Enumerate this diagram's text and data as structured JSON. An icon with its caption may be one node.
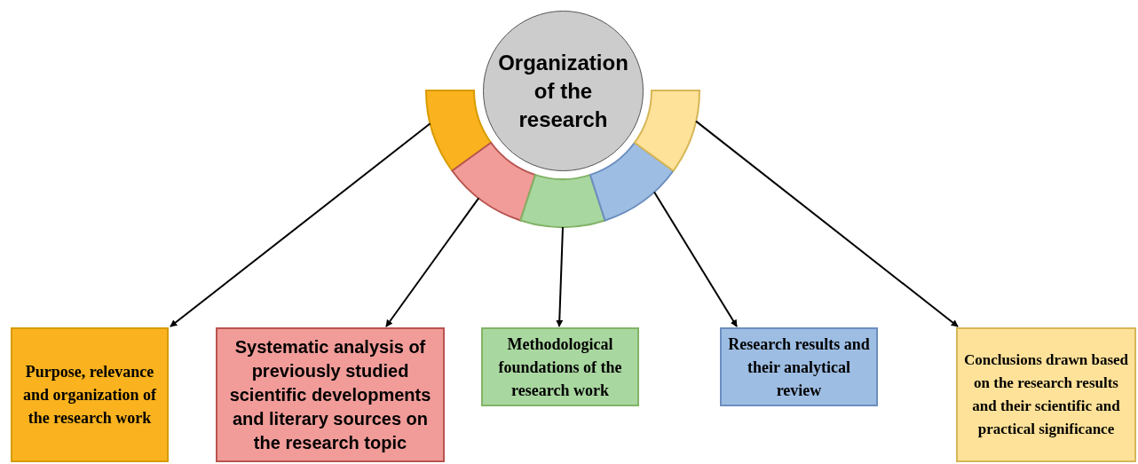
{
  "diagram": {
    "nodes": [
      {
        "text": [
          "Organization of the research"
        ]
      },
      {
        "text": [],
        "shape": "segment"
      },
      {
        "text": [],
        "shape": "segment"
      },
      {
        "text": [],
        "shape": "segment"
      },
      {
        "text": [],
        "shape": "segment"
      },
      {
        "text": [],
        "shape": "segment"
      },
      {
        "text": [
          "Purpose, relevance and organization of the research work"
        ]
      },
      {
        "text": [
          "Systematic analysis of previously studied scientific developments and literary sources on the research topic"
        ]
      },
      {
        "text": [
          "Methodological foundations of the research work"
        ]
      },
      {
        "text": [
          "Research results and their analytical review"
        ]
      },
      {
        "text": [
          "Conclusions drawn based on the research results and their scientific and practical significance"
        ]
      }
    ],
    "edges": [
      {
        "from": 1,
        "to": 6,
        "arrow": "to"
      },
      {
        "from": 2,
        "to": 7,
        "arrow": "to"
      },
      {
        "from": 3,
        "to": 8,
        "arrow": "to"
      },
      {
        "from": 4,
        "to": 9,
        "arrow": "to"
      },
      {
        "from": 5,
        "to": 10,
        "arrow": "to"
      }
    ]
  }
}
